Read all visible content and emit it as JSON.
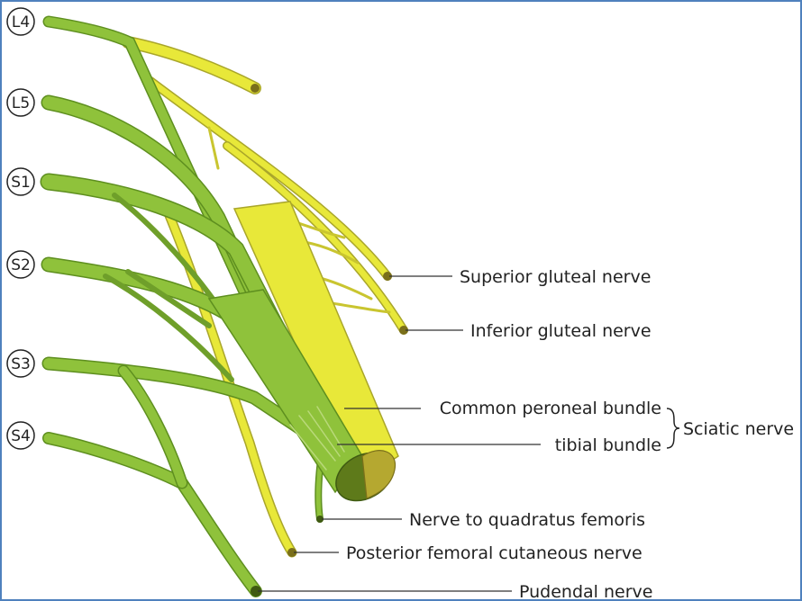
{
  "colors": {
    "green": "#8fc23b",
    "green_dark": "#5e8f1f",
    "yellow": "#e8e839",
    "yellow_dark": "#a9a62a",
    "frame": "#4f81bd"
  },
  "roots": {
    "l4": "L4",
    "l5": "L5",
    "s1": "S1",
    "s2": "S2",
    "s3": "S3",
    "s4": "S4"
  },
  "labels": {
    "superior_gluteal": "Superior gluteal nerve",
    "inferior_gluteal": "Inferior gluteal nerve",
    "common_peroneal": "Common peroneal bundle",
    "tibial": "tibial bundle",
    "sciatic": "Sciatic nerve",
    "quadratus": "Nerve to quadratus femoris",
    "posterior_femoral": "Posterior femoral cutaneous nerve",
    "pudendal": "Pudendal nerve"
  }
}
